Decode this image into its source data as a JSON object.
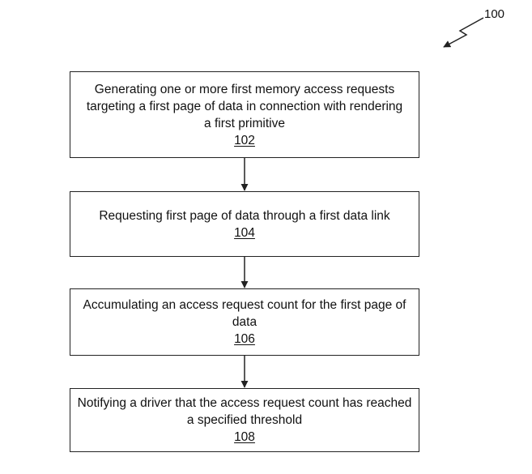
{
  "figure": {
    "ref_label": "100"
  },
  "steps": [
    {
      "text": "Generating one or more first memory access requests targeting a first page of data in connection with rendering a first primitive",
      "ref": "102"
    },
    {
      "text": "Requesting first page of data through a first data link",
      "ref": "104"
    },
    {
      "text": "Accumulating an access request count for the first page of data",
      "ref": "106"
    },
    {
      "text": "Notifying a driver that the access request count has reached a specified threshold",
      "ref": "108"
    }
  ]
}
